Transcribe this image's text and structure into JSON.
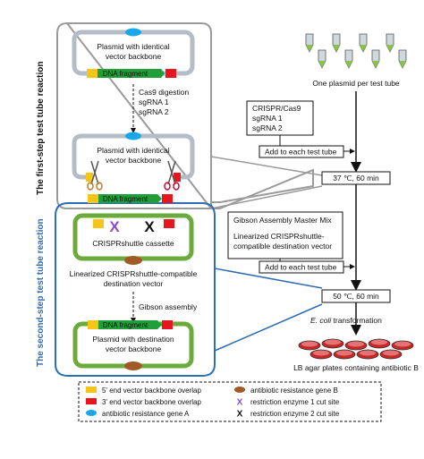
{
  "panels": {
    "first_step_label": "The first-step test tube reaction",
    "second_step_label": "The second-step test tube reaction"
  },
  "plasmid_top": {
    "line1": "Plasmid with identical",
    "line2": "vector backbone",
    "fragment": "DNA fragment"
  },
  "digestion": {
    "line1": "Cas9 digestion",
    "line2": "sgRNA 1",
    "line3": "sgRNA 2"
  },
  "plasmid_cut": {
    "line1": "Plasmid with identical",
    "line2": "vector backbone"
  },
  "released_fragment": "DNA fragment",
  "shuttle": {
    "cassette": "CRISPRshuttle cassette",
    "line1": "Linearized CRISPRshuttle-compatible",
    "line2": "destination vector",
    "x_marks": [
      "X",
      "X"
    ]
  },
  "gibson_step": "Gibson assembly",
  "plasmid_final": {
    "line1": "Plasmid with destination",
    "line2": "vector backbone",
    "fragment": "DNA fragment"
  },
  "workflow": {
    "tubes_caption": "One plasmid per test tube",
    "box1": {
      "line1": "CRISPR/Cas9",
      "line2": "sgRNA 1",
      "line3": "sgRNA 2",
      "add": "Add to each test tube"
    },
    "temp1": "37 ℃, 60 min",
    "box2": {
      "line1": "Gibson Assembly Master Mix",
      "line2": "Linearized CRISPRshuttle-",
      "line3": "compatible destination vector",
      "add": "Add to each test tube"
    },
    "temp2": "50 ℃, 60 min",
    "transform_italic": "E. coli",
    "transform_rest": " transformation",
    "plates_caption": "LB agar plates containing antibiotic B"
  },
  "legend": {
    "items": [
      {
        "symbol": "yellow-rect",
        "label": "5' end vector backbone overlap"
      },
      {
        "symbol": "red-rect",
        "label": "3' end vector backbone overlap"
      },
      {
        "symbol": "blue-ellipse",
        "label": "antibiotic resistance gene A"
      },
      {
        "symbol": "brown-ellipse",
        "label": "antibiotic resistance gene B"
      },
      {
        "symbol": "purple-x",
        "label": "restriction enzyme 1 cut site"
      },
      {
        "symbol": "black-x",
        "label": "restriction enzyme 2 cut site"
      }
    ],
    "x1": "X",
    "x2": "X"
  },
  "colors": {
    "backbone_gray": "#b4bcc6",
    "backbone_green": "#6aab3c",
    "fragment_green": "#1f9e3a",
    "yellow": "#f5c518",
    "red": "#e8141e",
    "blue_gene": "#1aa7e8",
    "brown_gene": "#a05a28",
    "panel_gray": "#9a9a9a",
    "panel_blue": "#2e6db4",
    "purple": "#8a4fc8"
  }
}
